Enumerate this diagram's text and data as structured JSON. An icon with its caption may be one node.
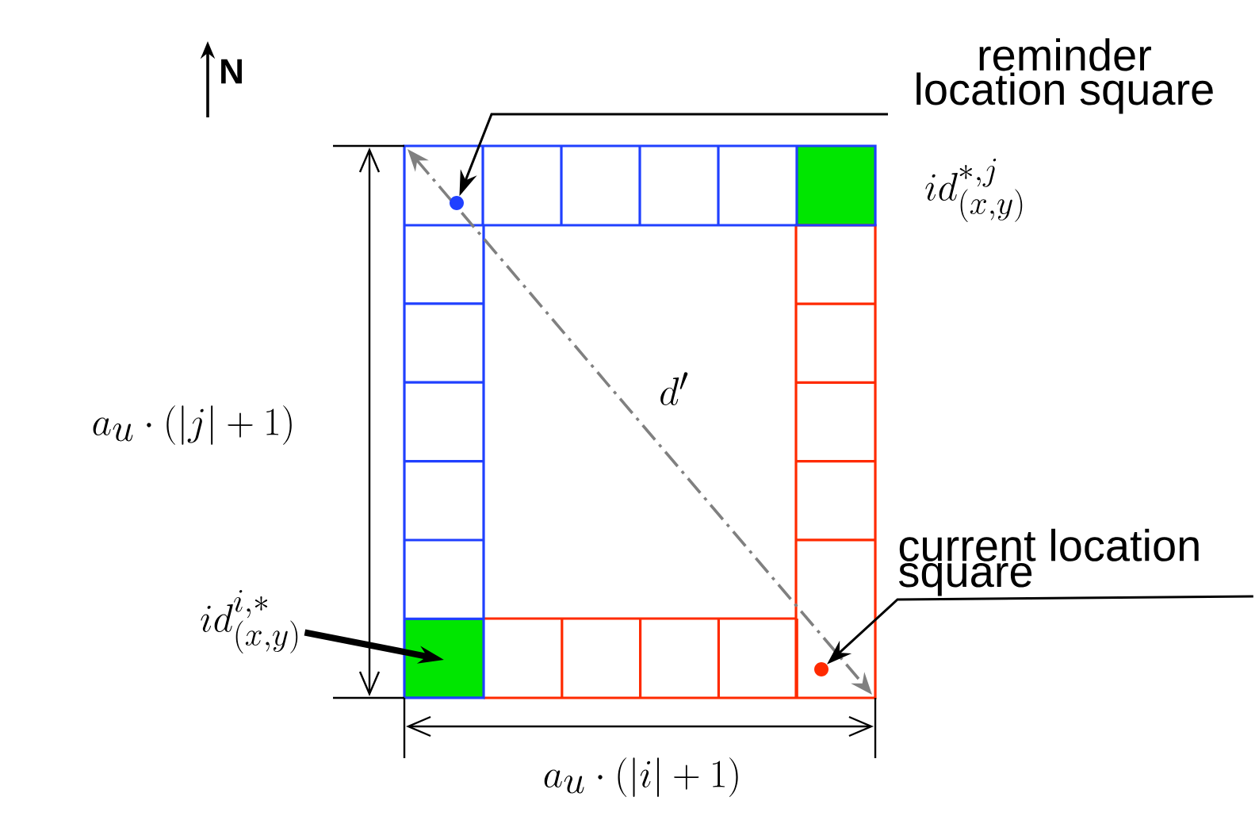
{
  "diagram": {
    "nodes": [
      {
        "text": [
          "reminder location square"
        ]
      },
      {
        "text": [],
        "shape": "circle"
      },
      {
        "text": [
          "current location square"
        ]
      },
      {
        "text": [],
        "shape": "circle"
      },
      {
        "text": [
          "id^{i,*}_{(x,y)}"
        ]
      }
    ],
    "edges": [
      {
        "from": 0,
        "to": 1,
        "arrow": "to"
      },
      {
        "from": 2,
        "to": 3,
        "arrow": "to"
      },
      {
        "from": 4,
        "to": null,
        "arrow": "to",
        "style": "thick"
      }
    ],
    "labels": [
      "N",
      "id^{*,j}_{(x,y)}",
      "d'",
      "a_u\\cdot(|j|+1)",
      "a_u\\cdot(|i|+1)"
    ]
  }
}
